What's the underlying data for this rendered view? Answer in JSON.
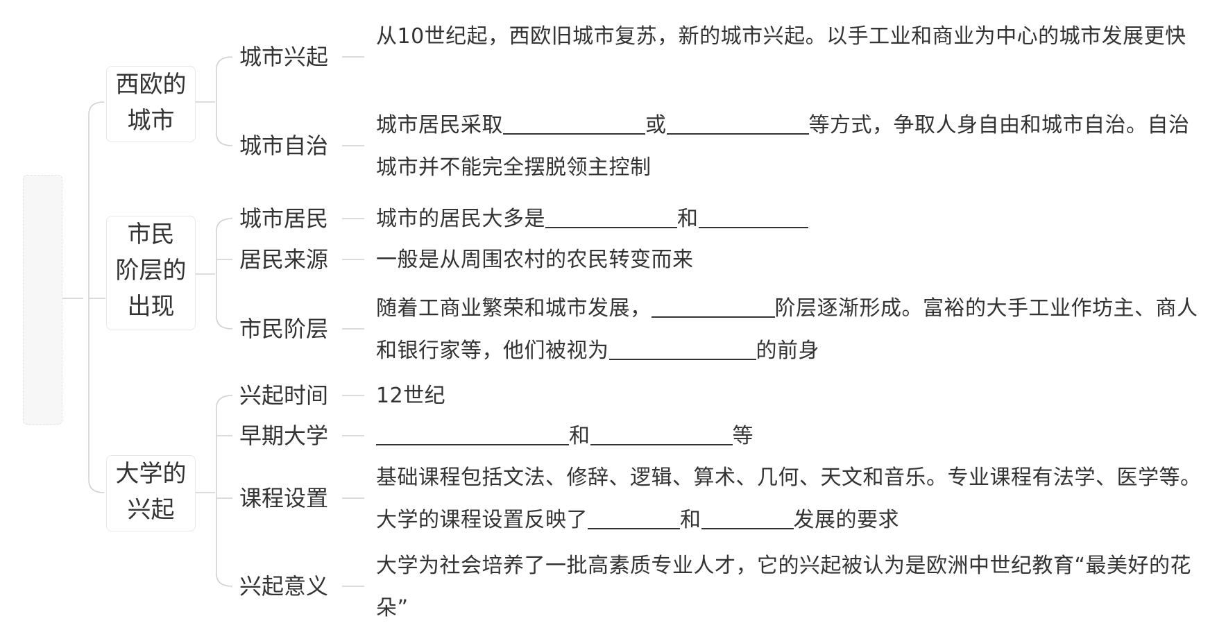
{
  "sections": [
    {
      "title_lines": [
        "西欧的",
        "城市"
      ],
      "items": [
        {
          "label": "城市兴起",
          "text": "从10世纪起，西欧旧城市复苏，新的城市兴起。以手工业和商业为中心的城市发展更快"
        },
        {
          "label": "城市自治",
          "segments": [
            "城市居民采取",
            "或",
            "等方式，争取人身自由和城市自治。自治城市并不能完全摆脱领主控制"
          ]
        }
      ]
    },
    {
      "title_lines": [
        "市民",
        "阶层的",
        "出现"
      ],
      "items": [
        {
          "label": "城市居民",
          "segments": [
            "城市的居民大多是",
            "和",
            ""
          ]
        },
        {
          "label": "居民来源",
          "text": "一般是从周围农村的农民转变而来"
        },
        {
          "label": "市民阶层",
          "segments": [
            "随着工商业繁荣和城市发展，",
            "阶层逐渐形成。富裕的大手工业作坊主、商人和银行家等，他们被视为",
            "的前身"
          ]
        }
      ]
    },
    {
      "title_lines": [
        "大学的",
        "兴起"
      ],
      "items": [
        {
          "label": "兴起时间",
          "text": "12世纪"
        },
        {
          "label": "早期大学",
          "segments": [
            "",
            "和",
            "等"
          ]
        },
        {
          "label": "课程设置",
          "segments": [
            "基础课程包括文法、修辞、逻辑、算术、几何、天文和音乐。专业课程有法学、医学等。大学的课程设置反映了",
            "和",
            "发展的要求"
          ]
        },
        {
          "label": "兴起意义",
          "text": "大学为社会培养了一批高素质专业人才，它的兴起被认为是欧洲中世纪教育“最美好的花朵”"
        }
      ]
    }
  ]
}
